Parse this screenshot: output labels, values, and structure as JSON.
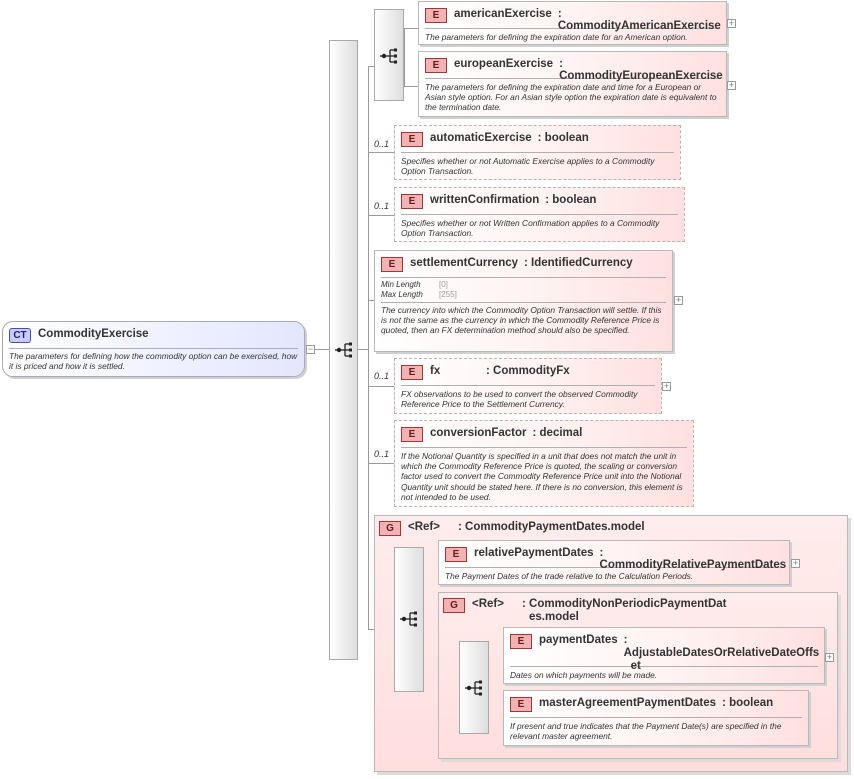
{
  "root": {
    "badge": "CT",
    "name": "CommodityExercise",
    "doc": "The parameters for defining how the commodity option can be exercised, how it is priced and how it is settled."
  },
  "elements": {
    "americanExercise": {
      "badge": "E",
      "name": "americanExercise",
      "type": ": CommodityAmericanExercise",
      "doc": "The parameters for defining the expiration date for an American option."
    },
    "europeanExercise": {
      "badge": "E",
      "name": "europeanExercise",
      "type": ": CommodityEuropeanExercise",
      "doc": "The parameters for defining the expiration date and time for a European or Asian style option. For an Asian style option the expiration date is equivalent to the termination date."
    },
    "automaticExercise": {
      "badge": "E",
      "name": "automaticExercise",
      "type": ": boolean",
      "occurrence": "0..1",
      "doc": "Specifies whether or not Automatic Exercise applies to a Commodity Option Transaction."
    },
    "writtenConfirmation": {
      "badge": "E",
      "name": "writtenConfirmation",
      "type": ": boolean",
      "occurrence": "0..1",
      "doc": "Specifies whether or not Written Confirmation applies to a Commodity Option Transaction."
    },
    "settlementCurrency": {
      "badge": "E",
      "name": "settlementCurrency",
      "type": ": IdentifiedCurrency",
      "facets": [
        {
          "label": "Min Length",
          "value": "[0]"
        },
        {
          "label": "Max Length",
          "value": "[255]"
        }
      ],
      "doc": "The currency into which the Commodity Option Transaction will settle. If this is not the same as the currency in which the Commodity Reference Price is quoted, then an FX determination method should also be specified."
    },
    "fx": {
      "badge": "E",
      "name": "fx",
      "type": ": CommodityFx",
      "occurrence": "0..1",
      "doc": "FX observations to be used to convert the observed Commodity Reference Price to the Settlement Currency."
    },
    "conversionFactor": {
      "badge": "E",
      "name": "conversionFactor",
      "type": ": decimal",
      "occurrence": "0..1",
      "doc": "If the Notional Quantity is specified in a unit that does not match the unit in which the Commodity Reference Price is quoted, the scaling or conversion factor used to convert the Commodity Reference Price unit into the Notional Quantity unit should be stated here. If there is no conversion, this element is not intended to be used."
    },
    "relativePaymentDates": {
      "badge": "E",
      "name": "relativePaymentDates",
      "type": ": CommodityRelativePaymentDates",
      "doc": "The Payment Dates of the trade relative to the Calculation Periods."
    },
    "paymentDates": {
      "badge": "E",
      "name": "paymentDates",
      "type_line1": ": AdjustableDatesOrRelativeDateOffs",
      "type_line2": "et",
      "doc": "Dates on which payments will be made."
    },
    "masterAgreementPaymentDates": {
      "badge": "E",
      "name": "masterAgreementPaymentDates",
      "type": ": boolean",
      "doc": "If present and true indicates that the Payment Date(s) are specified in the relevant master agreement."
    }
  },
  "groups": {
    "paymentDatesModel": {
      "badge": "G",
      "name": "<Ref>",
      "type": ": CommodityPaymentDates.model"
    },
    "nonPeriodicModel": {
      "badge": "G",
      "name": "<Ref>",
      "type_line1": ": CommodityNonPeriodicPaymentDat",
      "type_line2": "es.model"
    }
  },
  "icons": {
    "sequence": "sequence-compositor-icon",
    "expand": "plus-expand-icon"
  },
  "colors": {
    "element_badge": "#f0b2b2",
    "complex_type_badge": "#c7cbff",
    "group_fill": "#ffdede"
  }
}
